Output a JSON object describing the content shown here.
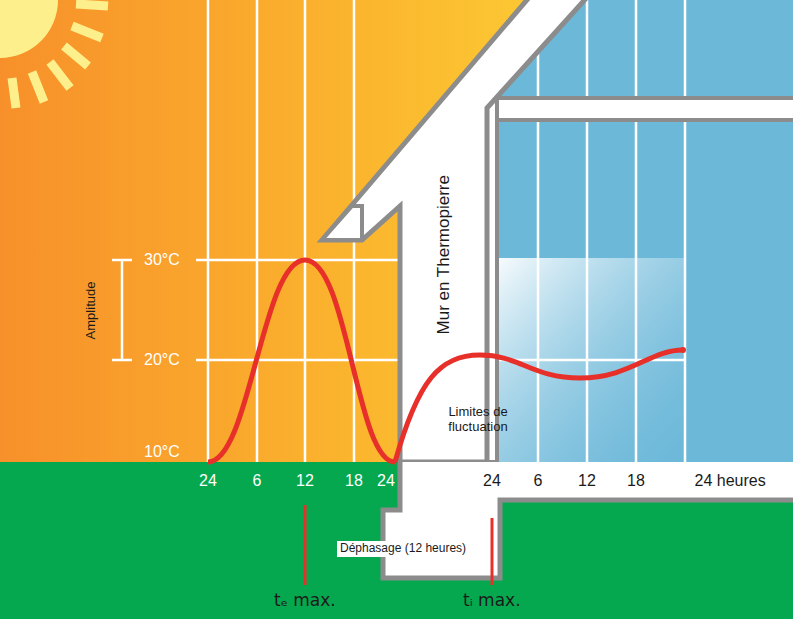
{
  "diagram": {
    "labels": [
      "30°C",
      "20°C",
      "10°C",
      "Amplitude",
      "24",
      "6",
      "12",
      "18",
      "24",
      "24",
      "6",
      "12",
      "18",
      "24 heures",
      "Mur en Thermopierre",
      "Limites de fluctuation",
      "Déphasage (12 heures)",
      "tₑ max.",
      "tᵢ max."
    ]
  }
}
